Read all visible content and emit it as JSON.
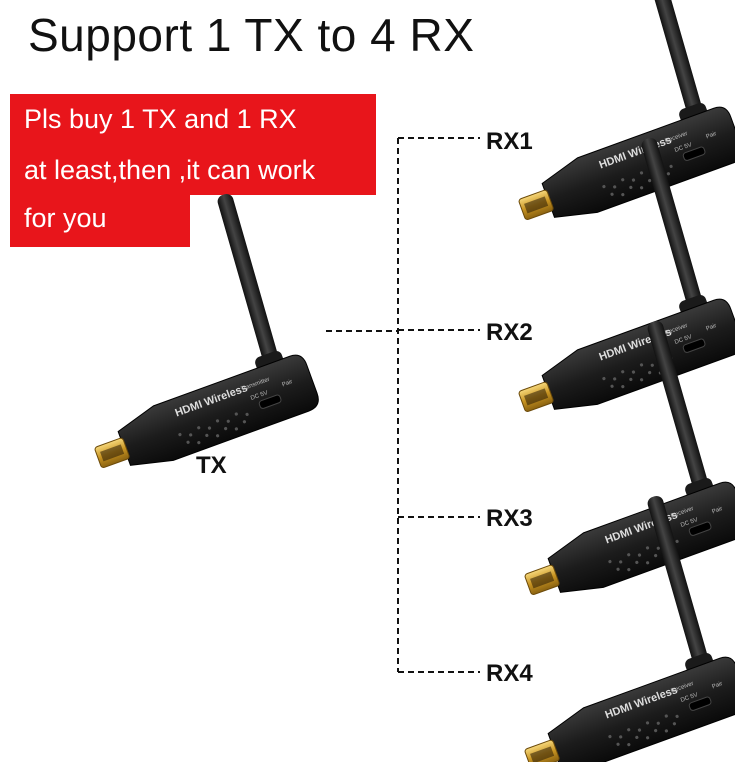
{
  "title": "Support 1 TX to 4 RX",
  "notice": {
    "lines": [
      "Pls buy 1 TX and 1 RX",
      "at least,then ,it can work",
      "for you"
    ],
    "background": "#e8151b"
  },
  "transmitter": {
    "label": "TX",
    "device_text": "HDMI Wireless",
    "device_sub": "Transmitter",
    "port_label": "DC 5V",
    "pair_label": "Pair"
  },
  "receivers": [
    {
      "label": "RX1",
      "device_text": "HDMI Wireless",
      "device_sub": "Receiver",
      "port_label": "DC 5V",
      "pair_label": "Pair"
    },
    {
      "label": "RX2",
      "device_text": "HDMI Wireless",
      "device_sub": "Receiver",
      "port_label": "DC 5V",
      "pair_label": "Pair"
    },
    {
      "label": "RX3",
      "device_text": "HDMI Wireless",
      "device_sub": "Receiver",
      "port_label": "DC 5V",
      "pair_label": "Pair"
    },
    {
      "label": "RX4",
      "device_text": "HDMI Wireless",
      "device_sub": "Receiver",
      "port_label": "DC 5V",
      "pair_label": "Pair"
    }
  ]
}
